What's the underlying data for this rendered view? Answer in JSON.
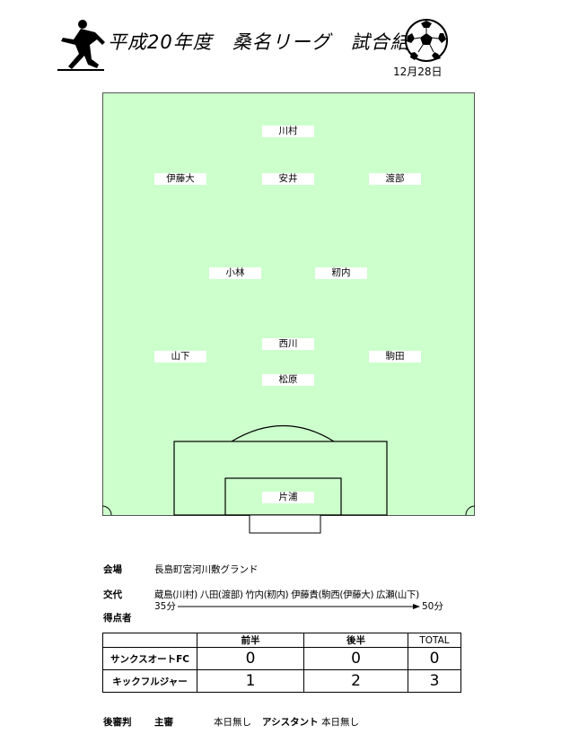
{
  "header": {
    "title": "平成20年度　桑名リーグ　試合結果",
    "date": "12月28日"
  },
  "players": {
    "kawamura": "川村",
    "ito_dai": "伊藤大",
    "yasui": "安井",
    "watanabe": "渡部",
    "kobayashi": "小林",
    "hatsuuchi": "籾内",
    "nishikawa": "西川",
    "yamashita": "山下",
    "komada": "駒田",
    "matsubara": "松原",
    "kataura": "片浦"
  },
  "info": {
    "venue_label": "会場",
    "venue": "長島町宮河川敷グランド",
    "sub_label": "交代",
    "subs": "蔵島(川村) 八田(渡部) 竹内(籾内) 伊藤貴(駒西(伊藤大) 広瀬(山下)",
    "sub_time_start": "35分",
    "sub_time_end": "50分",
    "scorers_label": "得点者"
  },
  "score": {
    "headers": [
      "",
      "前半",
      "後半",
      "TOTAL"
    ],
    "rows": [
      {
        "team": "サンクスオートFC",
        "first": "0",
        "second": "0",
        "total": "0"
      },
      {
        "team": "キックフルジャー",
        "first": "1",
        "second": "2",
        "total": "3"
      }
    ]
  },
  "referee": {
    "label": "後審判",
    "main_label": "主審",
    "main": "本日無し",
    "assist_label": "アシスタント",
    "assist": "本日無し"
  }
}
